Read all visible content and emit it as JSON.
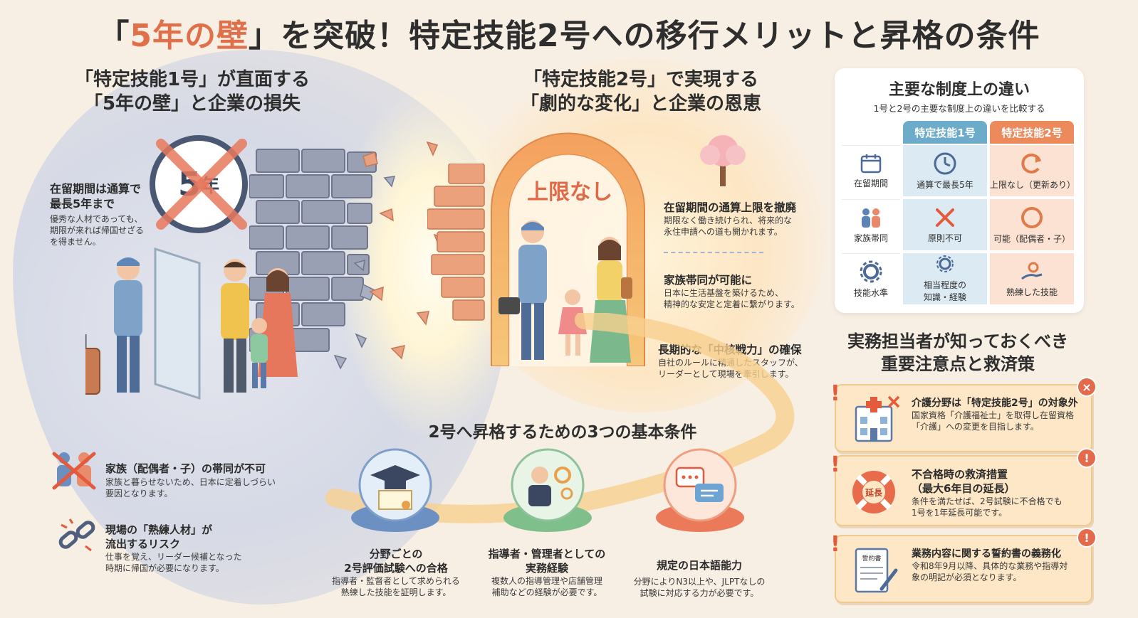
{
  "title": {
    "pre": "「",
    "accent": "5年の壁",
    "post": "」を突破！特定技能2号への移行メリットと昇格の条件"
  },
  "colors": {
    "accent": "#e0704a",
    "tokutei1": "#6cabc9",
    "tokutei2": "#ec8a5c",
    "note_bg": "#fde7c6",
    "alert": "#e46a4c"
  },
  "left": {
    "heading_line1": "「特定技能1号」が直面する",
    "heading_line2": "「5年の壁」と企業の損失",
    "clock": {
      "number": "5",
      "unit": "年"
    },
    "stay": {
      "title_line1": "在留期間は通算で",
      "title_line2": "最長5年まで",
      "desc_line1": "優秀な人材であっても、",
      "desc_line2": "期限が来れば帰国せざる",
      "desc_line3": "を得ません。"
    },
    "family": {
      "title": "家族（配偶者・子）の帯同が不可",
      "desc_line1": "家族と暮らせないため、日本に定着しづらい",
      "desc_line2": "要因となります。"
    },
    "risk": {
      "title_line1": "現場の「熟練人材」が",
      "title_line2": "流出するリスク",
      "desc_line1": "仕事を覚え、リーダー候補となった",
      "desc_line2": "時期に帰国が必要になります。"
    }
  },
  "right": {
    "heading_line1": "「特定技能2号」で実現する",
    "heading_line2": "「劇的な変化」と企業の恩恵",
    "arch_label": "上限なし",
    "benefits": [
      {
        "title": "在留期間の通算上限を撤廃",
        "desc_line1": "期限なく働き続けられ、将来的な",
        "desc_line2": "永住申請への道も開かれます。"
      },
      {
        "title": "家族帯同が可能に",
        "desc_line1": "日本に生活基盤を築けるため、",
        "desc_line2": "精神的な安定と定着に繋がります。"
      },
      {
        "title": "長期的な「中核戦力」の確保",
        "desc_line1": "自社のルールに精通したスタッフが、",
        "desc_line2": "リーダーとして現場を牽引します。"
      }
    ]
  },
  "table": {
    "title": "主要な制度上の違い",
    "subtitle": "1号と2号の主要な制度上の違いを比較する",
    "col1": "特定技能1号",
    "col2": "特定技能2号",
    "rows": [
      {
        "label": "在留期間",
        "icon": "calendar-icon",
        "v1_icon": "clock-icon",
        "v1": "通算で最長5年",
        "v2_icon": "refresh-icon",
        "v2": "上限なし（更新あり）"
      },
      {
        "label": "家族帯同",
        "icon": "family-icon",
        "v1_icon": "cross-icon",
        "v1": "原則不可",
        "v2_icon": "circle-icon",
        "v2": "可能（配偶者・子）"
      },
      {
        "label": "技能水準",
        "icon": "gear-icon",
        "v1_icon": "gear-badge-icon",
        "v1_line1": "相当程度の",
        "v1_line2": "知識・経験",
        "v2_icon": "hand-gear-icon",
        "v2": "熟練した技能"
      }
    ]
  },
  "conditions": {
    "heading": "2号へ昇格するための3つの基本条件",
    "items": [
      {
        "icon": "graduation-cap-icon",
        "title_line1": "分野ごとの",
        "title_line2": "2号評価試験への合格",
        "desc_line1": "指導者・監督者として求められる",
        "desc_line2": "熟練した技能を証明します。"
      },
      {
        "icon": "manager-gear-icon",
        "title_line1": "指導者・管理者としての",
        "title_line2": "実務経験",
        "desc_line1": "複数人の指導管理や店舗管理",
        "desc_line2": "補助などの経験が必要です。"
      },
      {
        "icon": "speech-bubble-icon",
        "title_line1": "規定の日本語能力",
        "title_line2": "",
        "desc_line1": "分野によりN3以上や、JLPTなしの",
        "desc_line2": "試験に対応する力が必要です。"
      }
    ]
  },
  "attention": {
    "heading_line1": "実務担当者が知っておくべき",
    "heading_line2": "重要注意点と救済策",
    "notes": [
      {
        "icon": "hospital-icon",
        "badge": "×",
        "title": "介護分野は「特定技能2号」の対象外",
        "desc_line1": "国家資格「介護福祉士」を取得し在留資格",
        "desc_line2": "「介護」への変更を目指します。"
      },
      {
        "icon": "lifebuoy-icon",
        "icon_label": "延長",
        "badge": "!",
        "title_line1": "不合格時の救済措置",
        "title_line2": "（最大6年目の延長）",
        "desc_line1": "条件を満たせば、2号試験に不合格でも",
        "desc_line2": "1号を1年延長可能です。"
      },
      {
        "icon": "contract-icon",
        "icon_label": "誓約書",
        "badge": "!",
        "title": "業務内容に関する誓約書の義務化",
        "desc_line1": "令和8年9月以降、具体的な業務や指導対",
        "desc_line2": "象の明記が必須となります。"
      }
    ]
  }
}
